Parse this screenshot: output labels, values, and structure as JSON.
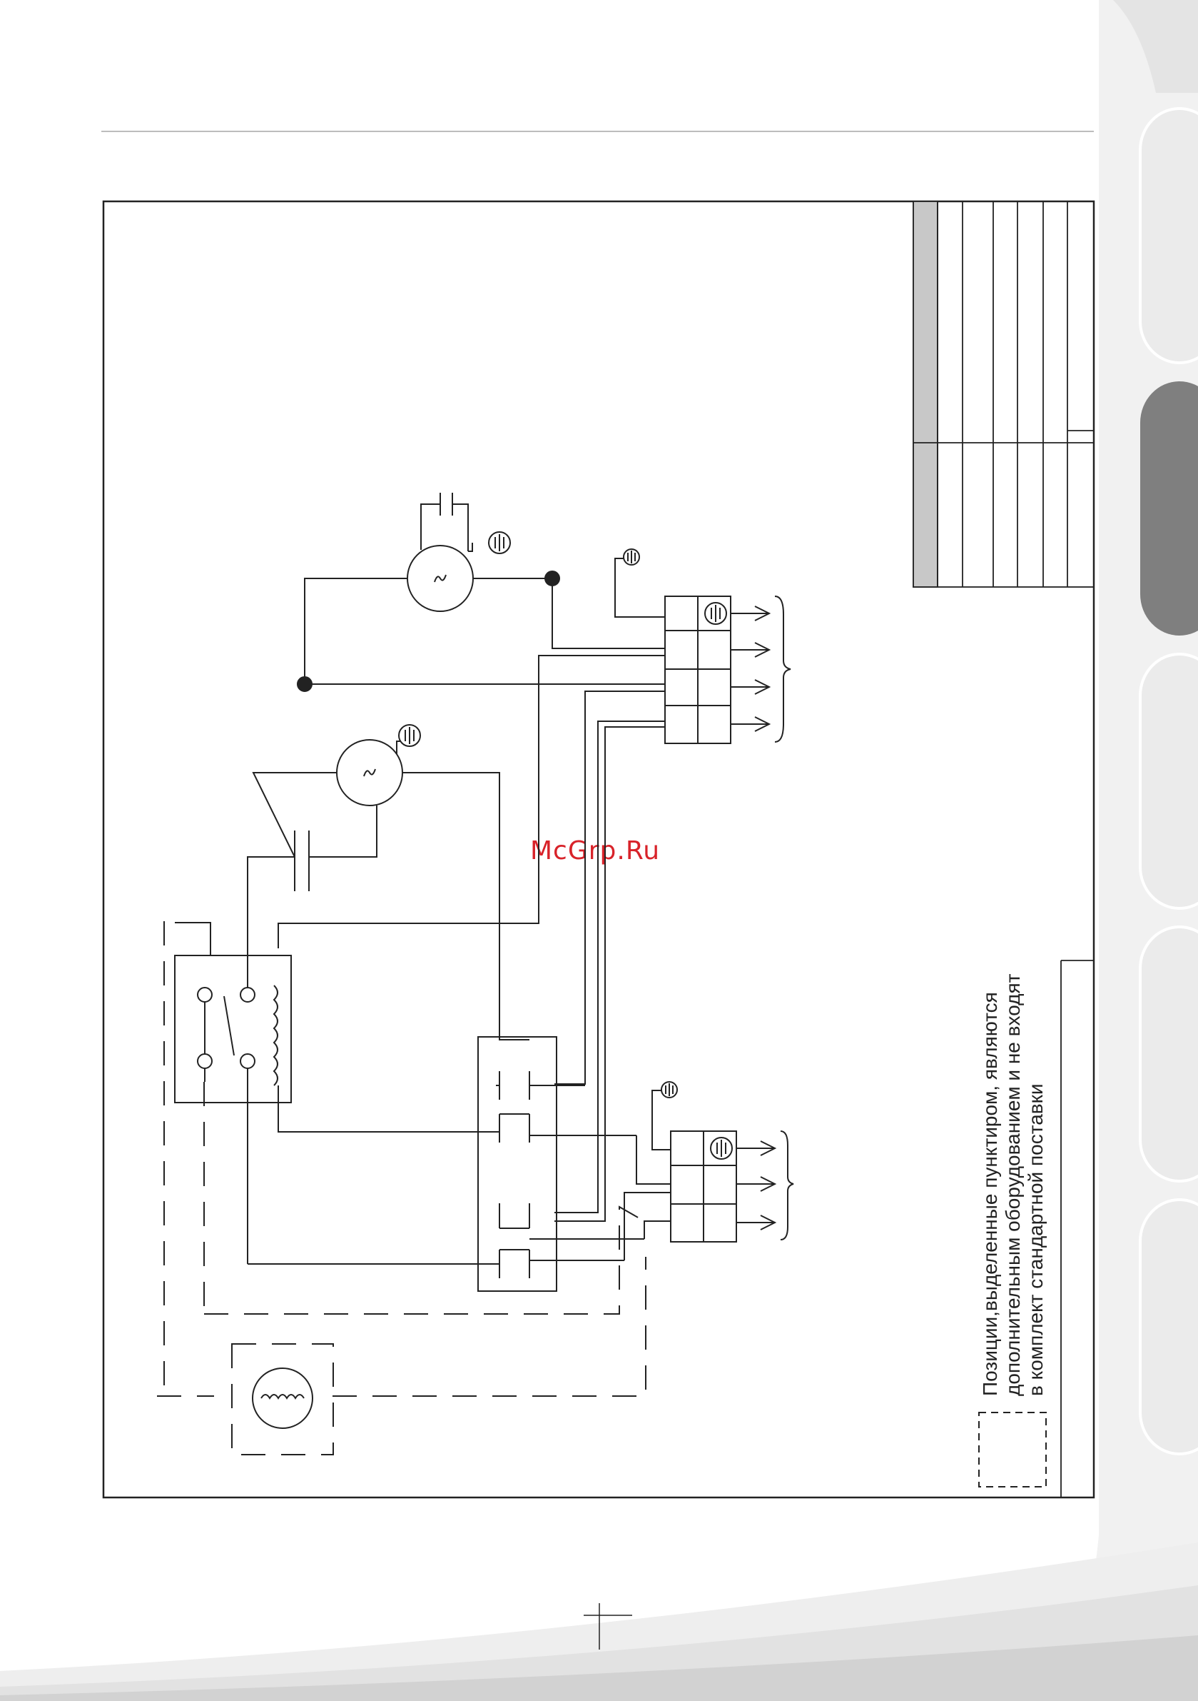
{
  "watermark": "McGrp.Ru",
  "legend": {
    "lines": [
      "Позиции,выделенные пунктиром, являются",
      "дополнительным оборудованием и не входят",
      "в комплект стандартной поставки"
    ]
  },
  "colors": {
    "line": "#222222",
    "watermark": "#d8232a",
    "tab_light": "#eeeeee",
    "tab_active": "#7f7f7f",
    "title_shade": "#c8c8c8"
  },
  "icons": [
    "ac-motor-symbol",
    "ground-symbol",
    "capacitor-symbol",
    "relay-symbol",
    "terminal-block-symbol",
    "heater-symbol",
    "chapter-tabs"
  ]
}
